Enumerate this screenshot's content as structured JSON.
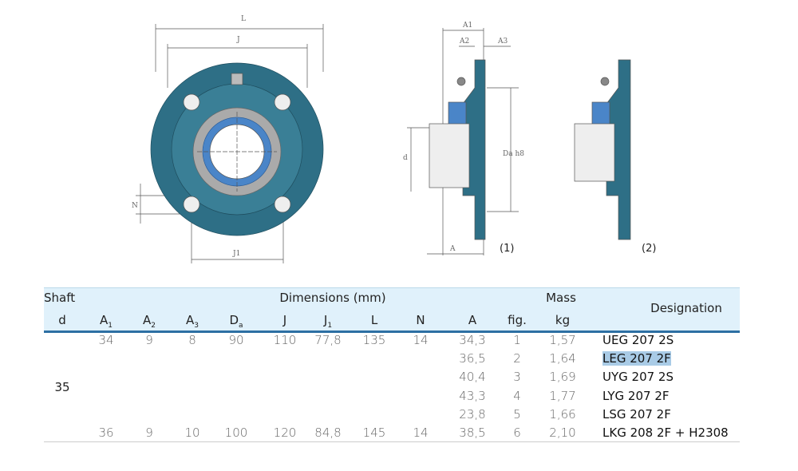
{
  "drawing": {
    "labels": {
      "L": "L",
      "J": "J",
      "N": "N",
      "J1": "J1",
      "A1": "A1",
      "A2": "A2",
      "A3": "A3",
      "d": "d",
      "Da": "Da h8",
      "A": "A",
      "fig1": "(1)",
      "fig2": "(2)"
    }
  },
  "table": {
    "group_shaft": "Shaft",
    "group_dims": "Dimensions (mm)",
    "group_mass": "Mass",
    "designation": "Designation",
    "cols": {
      "d": "d",
      "A1": "A",
      "A1s": "1",
      "A2": "A",
      "A2s": "2",
      "A3": "A",
      "A3s": "3",
      "Da": "D",
      "Das": "a",
      "J": "J",
      "J1": "J",
      "J1s": "1",
      "L": "L",
      "N": "N",
      "A": "A",
      "fig": "fig.",
      "kg": "kg"
    },
    "shaft_d": "35",
    "dim_rows": [
      {
        "A1": "34",
        "A2": "9",
        "A3": "8",
        "Da": "90",
        "J": "110",
        "J1": "77,8",
        "L": "135",
        "N": "14"
      },
      {
        "A1": "36",
        "A2": "9",
        "A3": "10",
        "Da": "100",
        "J": "120",
        "J1": "84,8",
        "L": "145",
        "N": "14"
      }
    ],
    "rows": [
      {
        "A": "34,3",
        "fig": "1",
        "kg": "1,57",
        "des": "UEG 207 2S"
      },
      {
        "A": "36,5",
        "fig": "2",
        "kg": "1,64",
        "des": "LEG 207 2F"
      },
      {
        "A": "40,4",
        "fig": "3",
        "kg": "1,69",
        "des": "UYG 207 2S"
      },
      {
        "A": "43,3",
        "fig": "4",
        "kg": "1,77",
        "des": "LYG 207 2F"
      },
      {
        "A": "23,8",
        "fig": "5",
        "kg": "1,66",
        "des": "LSG 207 2F"
      },
      {
        "A": "38,5",
        "fig": "6",
        "kg": "2,10",
        "des": "LKG 208 2F + H2308"
      }
    ]
  }
}
